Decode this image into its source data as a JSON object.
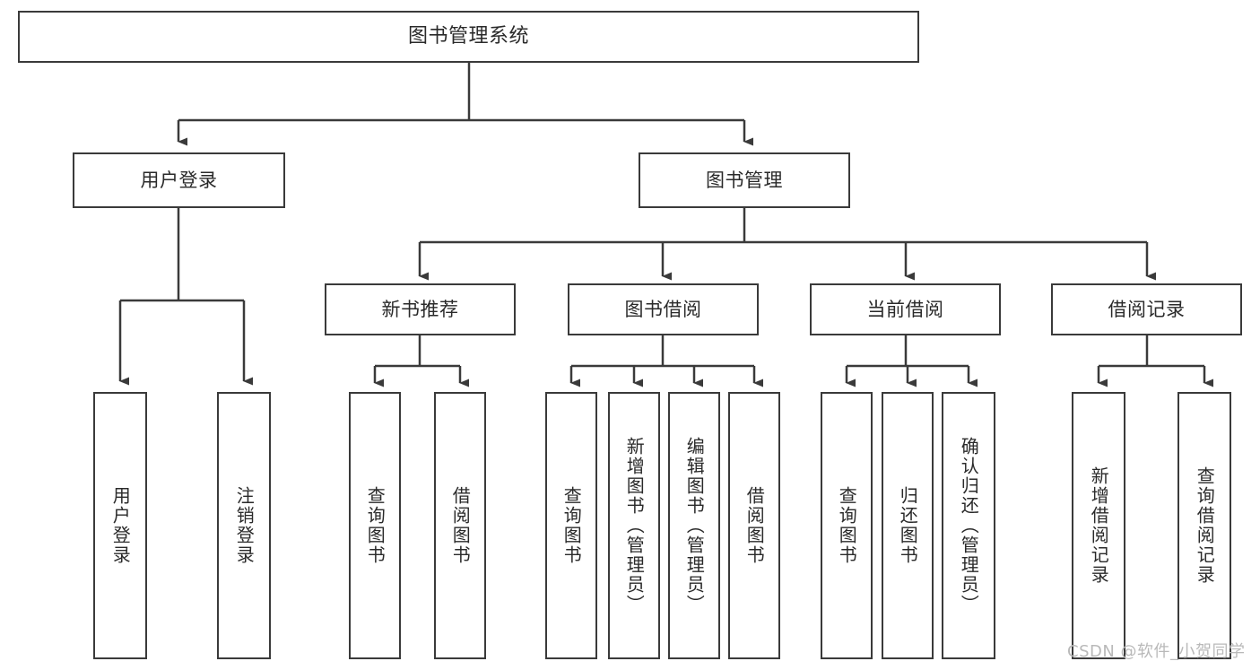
{
  "diagram": {
    "title": "图书管理系统",
    "type": "tree-hierarchy-diagram",
    "watermark": "CSDN @软件_小贺同学",
    "colors": {
      "background": "#ffffff",
      "box_border": "#3a3a3a",
      "box_fill": "#ffffff",
      "text": "#2a2a2a",
      "connector": "#3a3a3a",
      "watermark": "#b9b9b9"
    },
    "nodes": {
      "root": {
        "label": "图书管理系统"
      },
      "level1": [
        {
          "label": "用户登录"
        },
        {
          "label": "图书管理"
        }
      ],
      "level2": [
        {
          "label": "新书推荐"
        },
        {
          "label": "图书借阅"
        },
        {
          "label": "当前借阅"
        },
        {
          "label": "借阅记录"
        }
      ],
      "leaves": {
        "user_login": [
          {
            "label": "用户登录"
          },
          {
            "label": "注销登录"
          }
        ],
        "new_book_recommend": [
          {
            "label": "查询图书"
          },
          {
            "label": "借阅图书"
          }
        ],
        "book_borrow": [
          {
            "label": "查询图书"
          },
          {
            "label": "新增图书（管理员）"
          },
          {
            "label": "编辑图书（管理员）"
          },
          {
            "label": "借阅图书"
          }
        ],
        "current_borrow": [
          {
            "label": "查询图书"
          },
          {
            "label": "归还图书"
          },
          {
            "label": "确认归还（管理员）"
          }
        ],
        "borrow_record": [
          {
            "label": "新增借阅记录"
          },
          {
            "label": "查询借阅记录"
          }
        ]
      }
    }
  }
}
